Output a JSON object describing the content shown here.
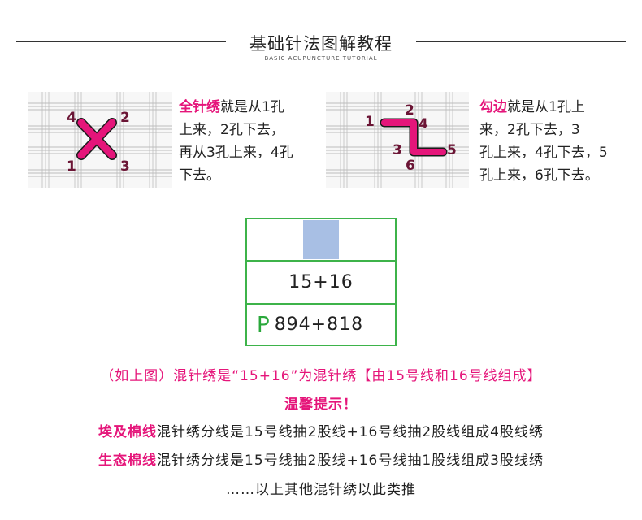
{
  "header": {
    "title": "基础针法图解教程",
    "subtitle": "BASIC ACUPUNCTURE TUTORIAL"
  },
  "full_stitch": {
    "numbers": [
      "4",
      "2",
      "1",
      "3"
    ],
    "name": "全针绣",
    "text1": "就是从1孔",
    "text2": "上来，2孔下去，",
    "text3": "再从3孔上来，4孔",
    "text4": "下去。"
  },
  "outline": {
    "numbers": [
      "1",
      "2",
      "4",
      "3",
      "5",
      "6"
    ],
    "name": "勾边",
    "text1": "就是从1孔上",
    "text2": "来，2孔下去，3",
    "text3": "孔上来，4孔下去，5",
    "text4": "孔上来，6孔下去。"
  },
  "card": {
    "swatch_color": "#a8bfe4",
    "code": "15+16",
    "p_label": "P",
    "p_code": "894+818"
  },
  "notes": {
    "mixed_line": "（如上图）混针绣是“15+16”为混针绣【由15号线和16号线组成】",
    "tip": "温馨提示！",
    "egypt_label": "埃及棉线",
    "egypt_text": "混针绣分线是15号线抽2股线+16号线抽2股线组成4股线绣",
    "eco_label": "生态棉线",
    "eco_text": "混针绣分线是15号线抽2股线+16号线抽1股线组成3股线绣",
    "etc": "……以上其他混针绣以此类推"
  },
  "colors": {
    "accent": "#e5157a",
    "number": "#6b1535",
    "green_border": "#3db34a"
  }
}
